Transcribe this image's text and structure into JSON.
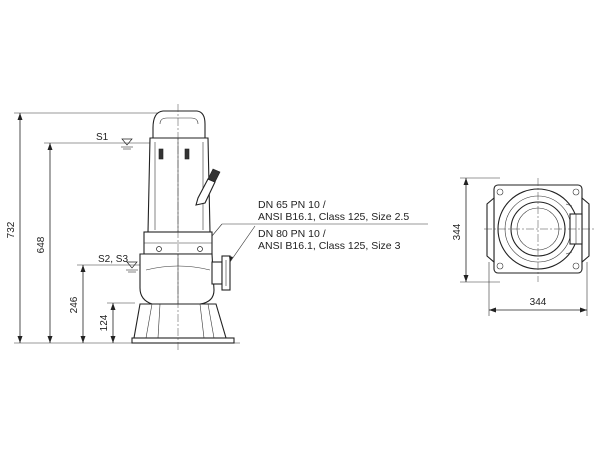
{
  "diagram": {
    "dimensions": {
      "height_total": "732",
      "height_s1": "648",
      "height_s2s3": "246",
      "height_base": "124",
      "plan_depth": "344",
      "plan_width": "344"
    },
    "levels": {
      "s1": "S1",
      "s2s3": "S2, S3"
    },
    "notes": {
      "outlet_a_line1": "DN 65 PN 10 /",
      "outlet_a_line2": "ANSI B16.1, Class 125, Size 2.5",
      "outlet_b_line1": "DN 80 PN 10 /",
      "outlet_b_line2": "ANSI B16.1, Class 125, Size 3"
    }
  }
}
